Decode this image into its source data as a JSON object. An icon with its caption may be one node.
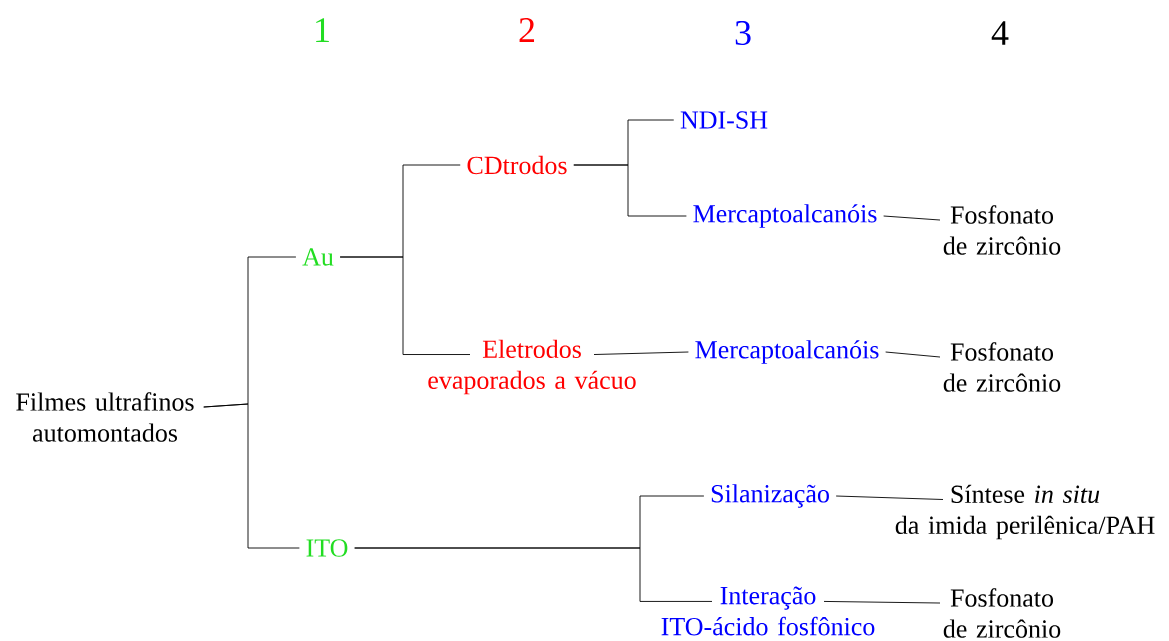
{
  "diagram": {
    "nodes": [
      {
        "text": [
          "Filmes ultrafinos automontados"
        ]
      },
      {
        "text": [
          "Au"
        ]
      },
      {
        "text": [
          "ITO"
        ]
      },
      {
        "text": [
          "CDtrodos"
        ]
      },
      {
        "text": [
          "Eletrodos evaporados a vácuo"
        ]
      },
      {
        "text": [
          "NDI-SH"
        ]
      },
      {
        "text": [
          "Mercaptoalcanóis"
        ]
      },
      {
        "text": [
          "Mercaptoalcanóis"
        ]
      },
      {
        "text": [
          "Silanização"
        ]
      },
      {
        "text": [
          "Interação ITO-ácido fosfônico"
        ]
      },
      {
        "text": [
          "Fosfonato de zircônio"
        ]
      },
      {
        "text": [
          "Fosfonato de zircônio"
        ]
      },
      {
        "text": [
          "Síntese *in situ* da imida perilênica/PAH"
        ]
      },
      {
        "text": [
          "Fosfonato de zircônio"
        ]
      }
    ],
    "edges": [
      {
        "from": 0,
        "to": 1,
        "arrow": "none"
      },
      {
        "from": 0,
        "to": 2,
        "arrow": "none"
      },
      {
        "from": 1,
        "to": 3,
        "arrow": "none"
      },
      {
        "from": 1,
        "to": 4,
        "arrow": "none"
      },
      {
        "from": 3,
        "to": 5,
        "arrow": "none"
      },
      {
        "from": 3,
        "to": 6,
        "arrow": "none"
      },
      {
        "from": 4,
        "to": 7,
        "arrow": "none"
      },
      {
        "from": 2,
        "to": 8,
        "arrow": "none"
      },
      {
        "from": 2,
        "to": 9,
        "arrow": "none"
      },
      {
        "from": 6,
        "to": 10,
        "arrow": "none"
      },
      {
        "from": 7,
        "to": 11,
        "arrow": "none"
      },
      {
        "from": 8,
        "to": 12,
        "arrow": "none"
      },
      {
        "from": 9,
        "to": 13,
        "arrow": "none"
      }
    ],
    "labels": [
      "1",
      "2",
      "3",
      "4"
    ]
  }
}
